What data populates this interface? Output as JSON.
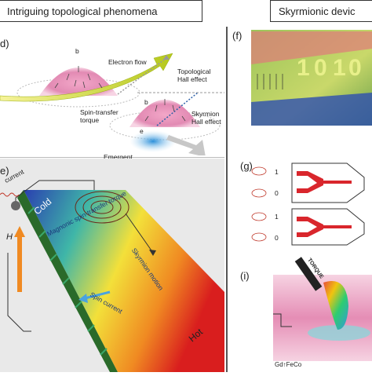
{
  "header_left": "Intriguing topological phenomena",
  "header_right": "Skyrmionic devic",
  "panels": {
    "d": {
      "letter": "d)",
      "labels": {
        "b1": "b",
        "b2": "b",
        "e": "e",
        "electron_flow": "Electron flow",
        "topo_hall": "Topological\nHall effect",
        "stt": "Spin-transfer\ntorque",
        "sk_hall": "Skyrmion\nHall effect",
        "emergent": "Emergent\nelectromagnetic induction"
      }
    },
    "e": {
      "letter": "e)",
      "labels": {
        "current": "current",
        "cold": "Cold",
        "hot": "Hot",
        "magnonic": "Magnonic spin-transfer torque",
        "sk_motion": "Skyrmion motion",
        "spin_current": "Spin current",
        "h": "H"
      }
    },
    "f": {
      "letter": "(f)",
      "bits": [
        "1",
        "0",
        "1",
        "0"
      ]
    },
    "g": {
      "letter": "(g)",
      "levels": [
        "1",
        "0",
        "1",
        "0"
      ]
    },
    "i": {
      "letter": "(i)",
      "torque": "TORQUE",
      "material": "Gd↑FeCo"
    }
  },
  "colors": {
    "accent_green": "#a6c21f",
    "pink": "#e08cb0",
    "red_circuit": "#d9262c",
    "gray_border": "#333333"
  }
}
